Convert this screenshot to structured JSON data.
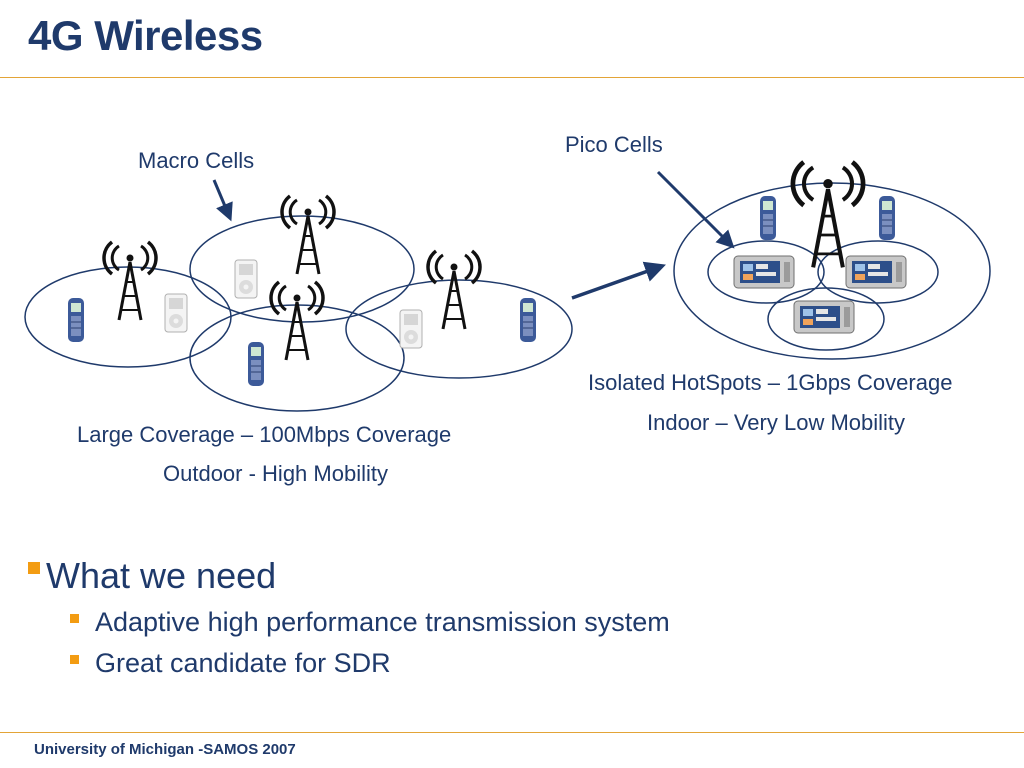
{
  "slide": {
    "title": "4G Wireless",
    "footer": "University of Michigan -SAMOS 2007"
  },
  "diagram": {
    "macro_label": "Macro Cells",
    "pico_label": "Pico Cells",
    "macro_caption_1": "Large Coverage – 100Mbps Coverage",
    "macro_caption_2": "Outdoor - High Mobility",
    "pico_caption_1": "Isolated HotSpots – 1Gbps Coverage",
    "pico_caption_2": "Indoor – Very Low Mobility",
    "colors": {
      "line": "#1f3a6b",
      "accent": "#e3a437",
      "phone": "#3c5a99"
    }
  },
  "bullets": {
    "heading": "What we need",
    "items": [
      "Adaptive high performance transmission system",
      "Great candidate for SDR"
    ]
  }
}
